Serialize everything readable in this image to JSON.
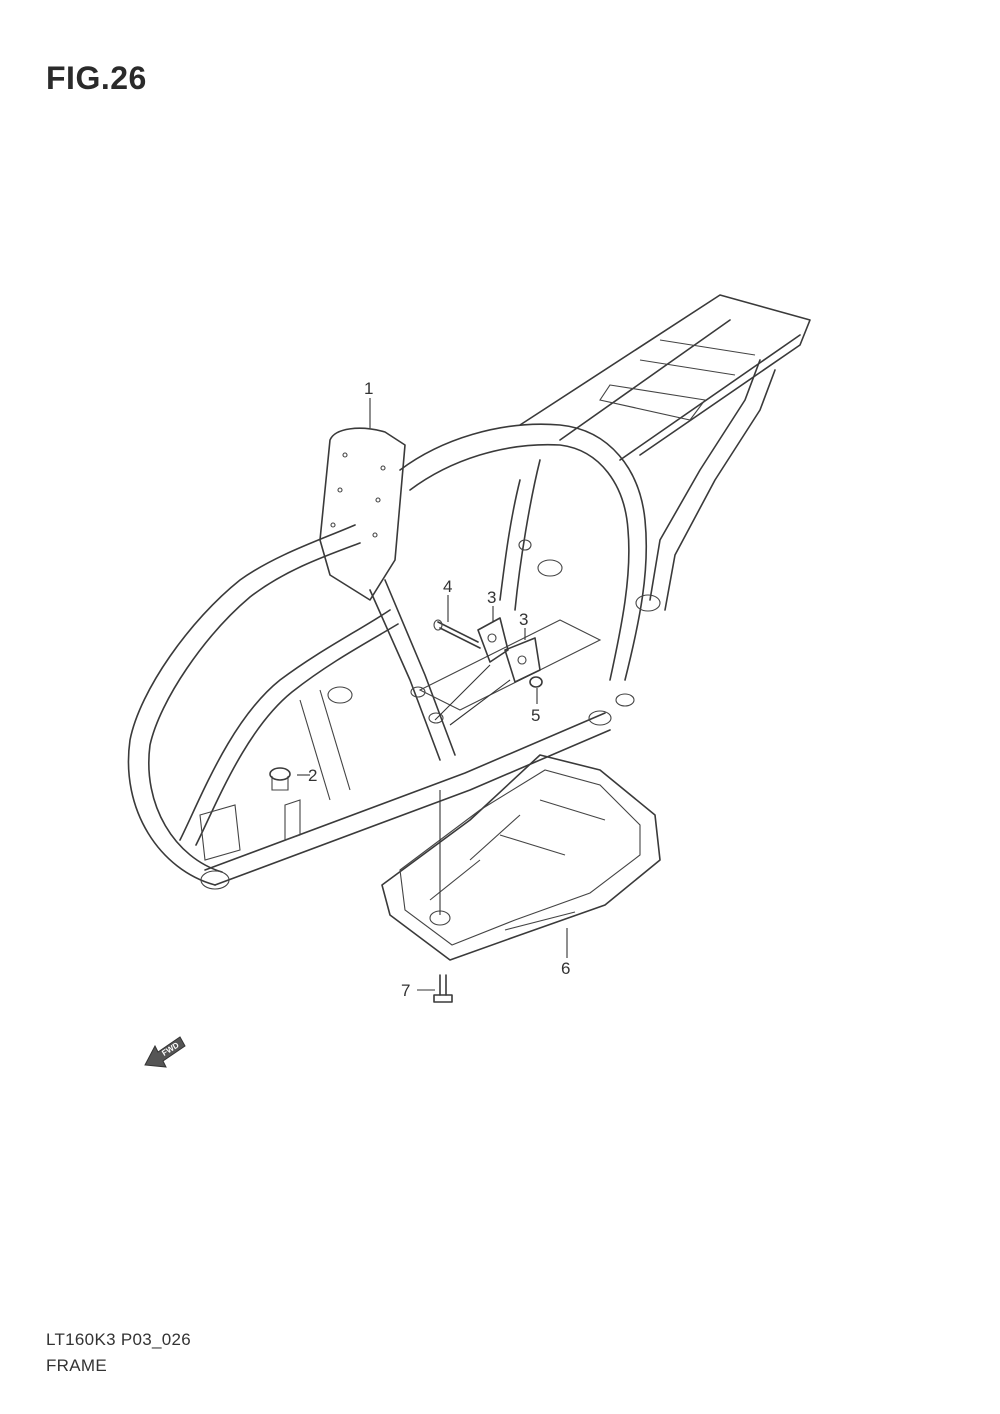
{
  "figure": {
    "title": "FIG.26"
  },
  "callouts": [
    {
      "id": "1",
      "label": "1"
    },
    {
      "id": "2",
      "label": "2"
    },
    {
      "id": "3a",
      "label": "3"
    },
    {
      "id": "3b",
      "label": "3"
    },
    {
      "id": "4",
      "label": "4"
    },
    {
      "id": "5",
      "label": "5"
    },
    {
      "id": "6",
      "label": "6"
    },
    {
      "id": "7",
      "label": "7"
    }
  ],
  "fwd_arrow": {
    "label": "FWD"
  },
  "footer": {
    "code": "LT160K3 P03_026",
    "name": "FRAME"
  }
}
